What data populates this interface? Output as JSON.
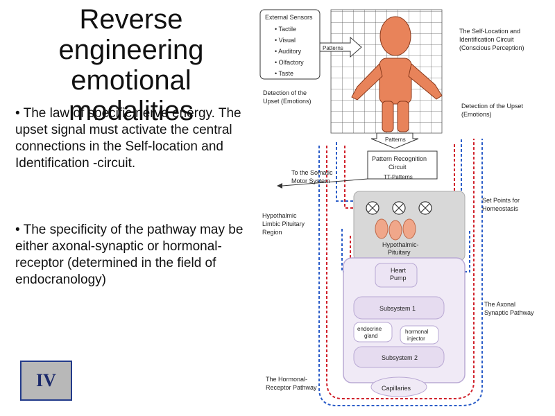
{
  "slide": {
    "title": "Reverse engineering emotional modalities",
    "bullets": [
      "• The law of specific nerve energy. The upset signal must activate the central connections in the Self-location and Identification -circuit.",
      "• The specificity of the pathway may be either axonal-synaptic or hormonal-receptor (determined in the field of endocranology)"
    ],
    "slide_number": "IV"
  },
  "diagram": {
    "sensors_title": "External Sensors",
    "sensors": [
      "• Tactile",
      "• Visual",
      "• Auditory",
      "• Olfactory",
      "• Taste"
    ],
    "patterns_label": "Patterns",
    "self_location_lines": [
      "The Self-Location and",
      "Identification Circuit",
      "(Conscious Perception)"
    ],
    "detection_left_lines": [
      "Detection of the",
      "Upset (Emotions)"
    ],
    "detection_right_lines": [
      "Detection of the Upset",
      "(Emotions)"
    ],
    "patterns_arrow_label": "Patterns",
    "pattern_circuit_lines": [
      "Pattern Recognition",
      "Circuit"
    ],
    "tt_patterns": "TT-Patterns",
    "somatic_lines": [
      "To the Somatic",
      "Motor System"
    ],
    "set_points_lines": [
      "Set Points for",
      "Homeostasis"
    ],
    "hypothalmic_lines": [
      "Hypothalmic",
      "Limbic Pituitary",
      "Region"
    ],
    "pituitary_lines": [
      "Hypothalmic-",
      "Pituitary"
    ],
    "heart_lines": [
      "Heart",
      "Pump"
    ],
    "subsystem1": "Subsystem 1",
    "endocrine_lines": [
      "endocrine",
      "gland"
    ],
    "injector_lines": [
      "hormonal",
      "injector"
    ],
    "subsystem2": "Subsystem 2",
    "axonal_lines": [
      "The Axonal",
      "Synaptic Pathway"
    ],
    "hormonal_lines": [
      "The Hormonal-",
      "Receptor Pathway"
    ],
    "capillaries": "Capillaries"
  },
  "colors": {
    "red_path": "#d0202a",
    "blue_path": "#2a5cc8",
    "body": "#e8835a",
    "title_text": "#111111"
  }
}
